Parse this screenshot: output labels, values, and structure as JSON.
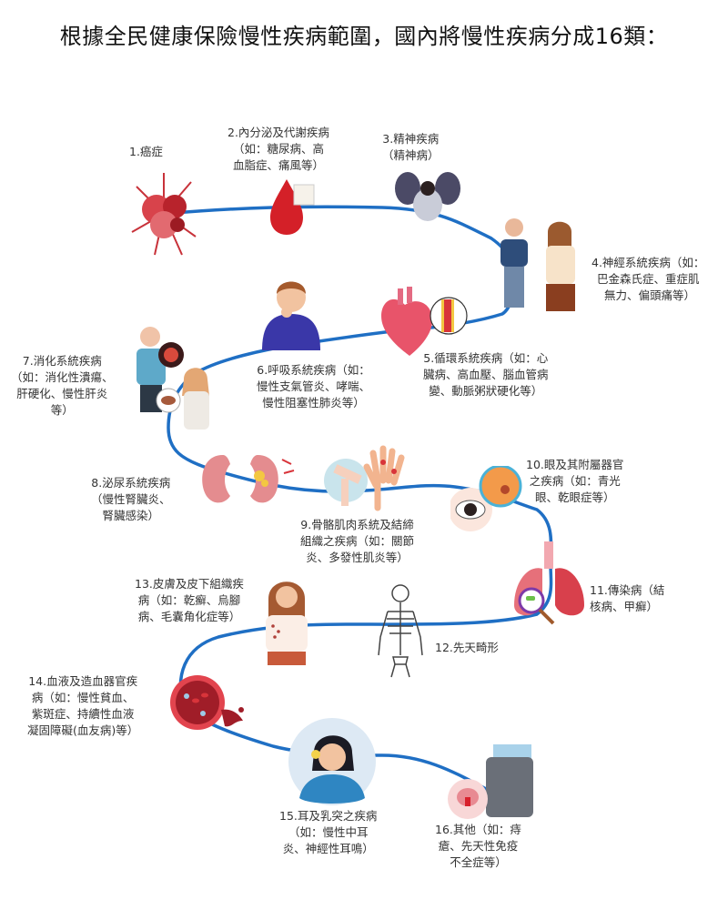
{
  "title": "根據全民健康保險慢性疾病範圍，國內將慢性疾病分成16類：",
  "path_color": "#1f6fc4",
  "categories": [
    {
      "number": 1,
      "lines": [
        "1.癌症"
      ],
      "icon": "cancer-cell-icon"
    },
    {
      "number": 2,
      "lines": [
        "2.內分泌及代謝疾病",
        "（如：糖尿病、高",
        "血脂症、痛風等）"
      ],
      "icon": "blood-drop-sugar-icon"
    },
    {
      "number": 3,
      "lines": [
        "3.精神疾病",
        "（精神病）"
      ],
      "icon": "mental-distress-icon"
    },
    {
      "number": 4,
      "lines": [
        "4.神經系統疾病（如：",
        "巴金森氏症、重症肌",
        "無力、偏頭痛等）"
      ],
      "icon": "neurology-patients-icon"
    },
    {
      "number": 5,
      "lines": [
        "5.循環系統疾病（如：心",
        "臟病、高血壓、腦血管病",
        "變、動脈粥狀硬化等）"
      ],
      "icon": "heart-artery-icon"
    },
    {
      "number": 6,
      "lines": [
        "6.呼吸系統疾病（如：",
        "慢性支氣管炎、哮喘、",
        "慢性阻塞性肺炎等）"
      ],
      "icon": "coughing-person-icon"
    },
    {
      "number": 7,
      "lines": [
        "7.消化系統疾病",
        "（如：消化性潰瘍、",
        "肝硬化、慢性肝炎",
        "等）"
      ],
      "icon": "digestive-pain-icon"
    },
    {
      "number": 8,
      "lines": [
        "8.泌尿系統疾病",
        "（慢性腎臟炎、",
        "腎臟感染）"
      ],
      "icon": "kidney-icon"
    },
    {
      "number": 9,
      "lines": [
        "9.骨骼肌肉系統及結締",
        "組織之疾病（如：關節",
        "炎、多發性肌炎等）"
      ],
      "icon": "joint-hand-icon"
    },
    {
      "number": 10,
      "lines": [
        "10.眼及其附屬器官",
        "之疾病（如：青光",
        "眼、乾眼症等）"
      ],
      "icon": "eye-icon"
    },
    {
      "number": 11,
      "lines": [
        "11.傳染病（結",
        "核病、甲癬）"
      ],
      "icon": "lungs-bacteria-icon"
    },
    {
      "number": 12,
      "lines": [
        "12.先天畸形"
      ],
      "icon": "skeleton-icon"
    },
    {
      "number": 13,
      "lines": [
        "13.皮膚及皮下組織疾",
        "病（如：乾癬、烏腳",
        "病、毛囊角化症等）"
      ],
      "icon": "skin-rash-icon"
    },
    {
      "number": 14,
      "lines": [
        "14.血液及造血器官疾",
        "病（如：慢性貧血、",
        "紫斑症、持續性血液",
        "凝固障礙(血友病)等）"
      ],
      "icon": "blood-vessel-icon"
    },
    {
      "number": 15,
      "lines": [
        "15.耳及乳突之疾病",
        "（如：慢性中耳",
        "炎、神經性耳鳴）"
      ],
      "icon": "ear-pain-icon"
    },
    {
      "number": 16,
      "lines": [
        "16.其他（如：痔",
        "瘡、先天性免疫",
        "不全症等）"
      ],
      "icon": "hemorrhoid-icon"
    }
  ]
}
